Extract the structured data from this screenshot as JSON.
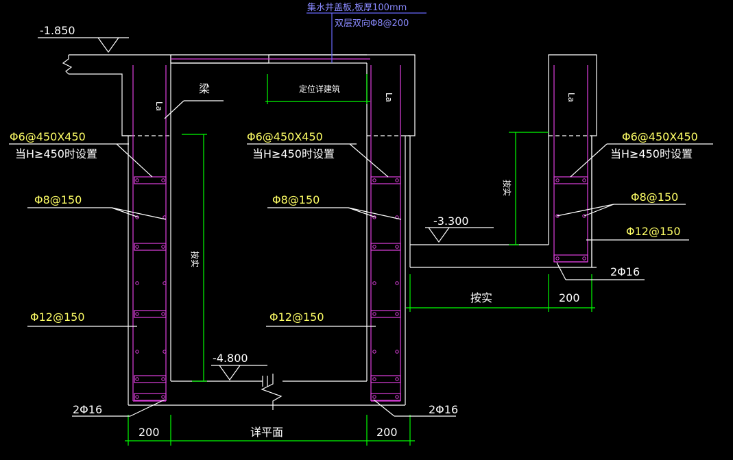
{
  "header_note": {
    "line1": "集水井盖板,板厚100mm",
    "line2": "双层双向Φ8@200"
  },
  "elevations": {
    "top": "-1.850",
    "mid": "-3.300",
    "bottom": "-4.800"
  },
  "labels": {
    "beam": "梁",
    "positioning": "定位详建筑",
    "la_left": "La",
    "la_middle": "La",
    "la_right": "La",
    "per_site_center": "按实",
    "per_site_right": "按实",
    "per_site_bottom": "按实",
    "plan_detail": "详平面"
  },
  "rebar": {
    "left_stirrup": "Φ6@450X450",
    "left_condition": "当H≥450时设置",
    "left_horizontal": "Φ8@150",
    "left_vertical": "Φ12@150",
    "left_corner": "2Φ16",
    "middle_stirrup": "Φ6@450X450",
    "middle_condition": "当H≥450时设置",
    "middle_horizontal": "Φ8@150",
    "middle_vertical": "Φ12@150",
    "middle_corner": "2Φ16",
    "right_stirrup": "Φ6@450X450",
    "right_condition": "当H≥450时设置",
    "right_horizontal": "Φ8@150",
    "right_vertical": "Φ12@150",
    "right_corner": "2Φ16"
  },
  "dimensions": {
    "wall_left": "200",
    "wall_middle": "200",
    "wall_right": "200"
  }
}
